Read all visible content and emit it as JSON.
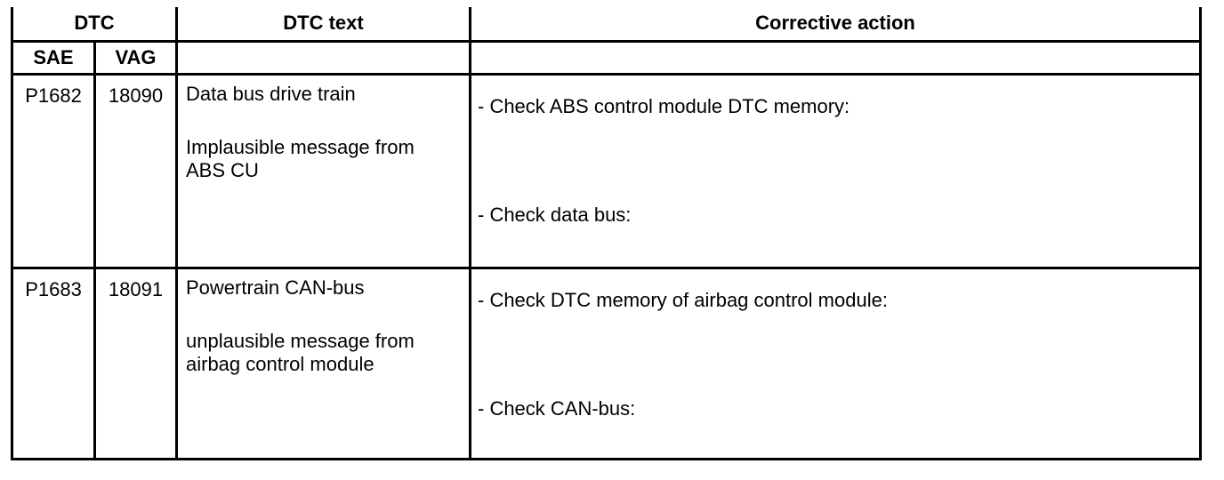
{
  "table": {
    "headers": {
      "dtc": "DTC",
      "dtc_text": "DTC text",
      "corrective_action": "Corrective action",
      "sae": "SAE",
      "vag": "VAG"
    },
    "rows": [
      {
        "sae": "P1682",
        "vag": "18090",
        "dtc_text_title": "Data bus drive train",
        "dtc_text_detail": "Implausible message from\nABS CU",
        "actions": [
          "- Check ABS control module DTC memory:",
          "- Check data bus:"
        ]
      },
      {
        "sae": "P1683",
        "vag": "18091",
        "dtc_text_title": "Powertrain CAN-bus",
        "dtc_text_detail": "unplausible message from\nairbag control module",
        "actions": [
          "- Check DTC memory of airbag control module:",
          "- Check CAN-bus:"
        ]
      }
    ]
  }
}
